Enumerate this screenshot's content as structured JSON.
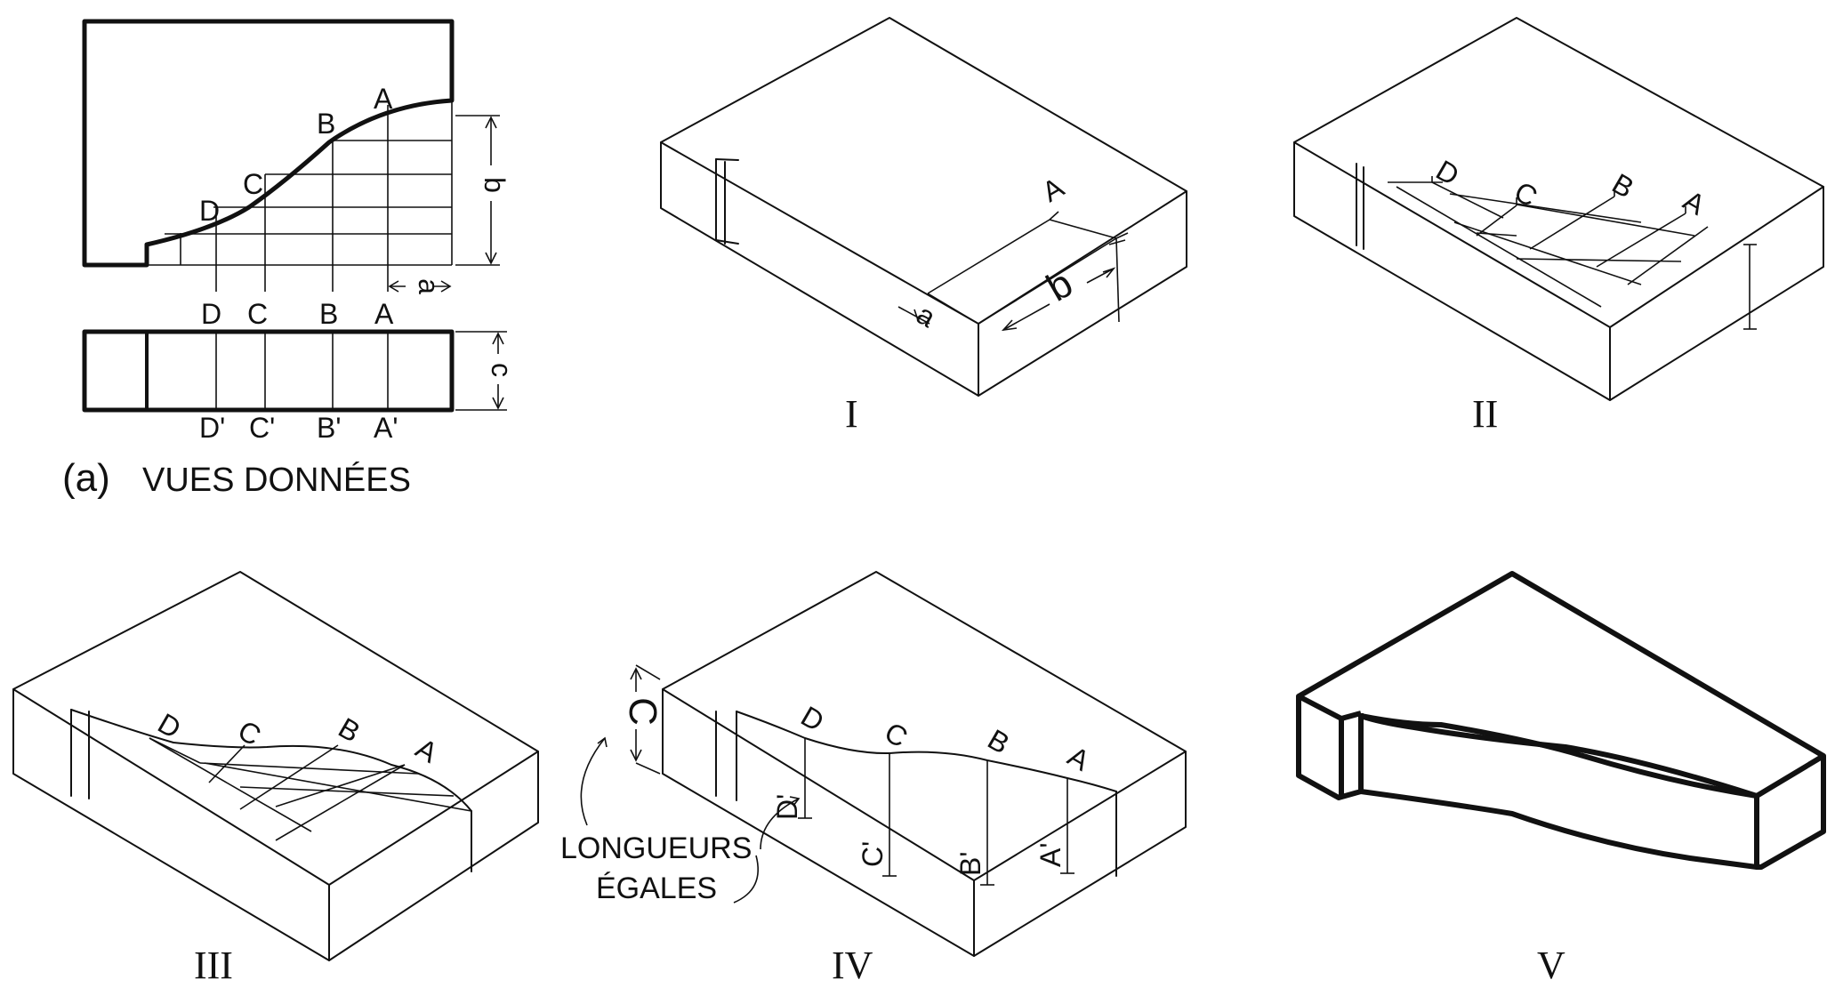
{
  "points": {
    "A": "A",
    "B": "B",
    "C": "C",
    "D": "D",
    "Ap": "A'",
    "Bp": "B'",
    "Cp": "C'",
    "Dp": "D'"
  },
  "dims": {
    "a": "a",
    "b": "b",
    "c": "c",
    "C": "C"
  },
  "caption": {
    "prefix": "(a)",
    "text": "VUES DONNÉES"
  },
  "steps": {
    "s1": "I",
    "s2": "II",
    "s3": "III",
    "s4": "IV",
    "s5": "V"
  },
  "note": {
    "line1": "LONGUEURS",
    "line2": "ÉGALES"
  }
}
